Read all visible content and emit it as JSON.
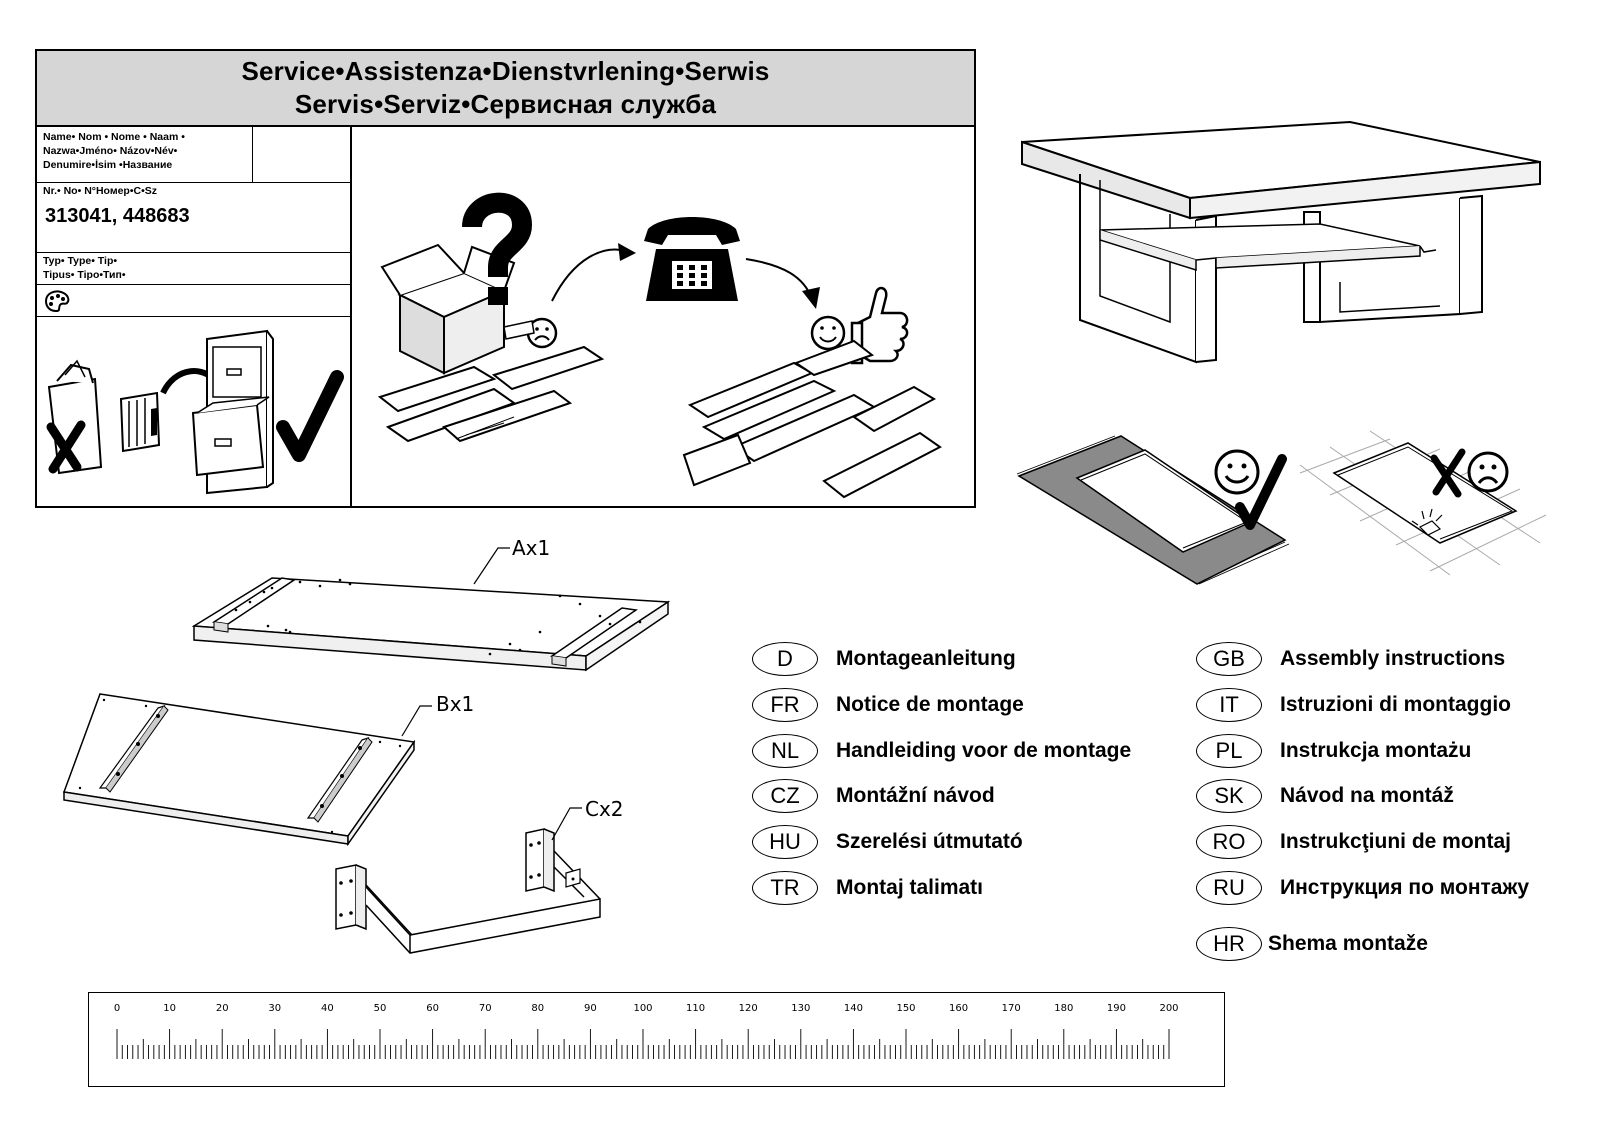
{
  "service": {
    "title_line1": "Service•Assistenza•Dienstvrlening•Serwis",
    "title_line2": "Servis•Serviz•Сервисная служба",
    "name_label_1": "Name• Nom • Nome • Naam •",
    "name_label_2": "Nazwa•Jméno• Názov•Név•",
    "name_label_3": "Denumire•İsim •Название",
    "nr_label": "Nr.• No• N°Номер•C•Sz",
    "nr_value": "313041, 448683",
    "typ_label_1": "Typ• Type• Tip•",
    "typ_label_2": "Tipus• Tipo•Тип•",
    "palette_icon": "palette-icon"
  },
  "parts": [
    {
      "id": "A",
      "label": "Ax1"
    },
    {
      "id": "B",
      "label": "Bx1"
    },
    {
      "id": "C",
      "label": "Cx2"
    }
  ],
  "languages": [
    {
      "code": "D",
      "name": "Montageanleitung"
    },
    {
      "code": "FR",
      "name": "Notice de montage"
    },
    {
      "code": "NL",
      "name": "Handleiding voor de montage"
    },
    {
      "code": "CZ",
      "name": "Montážní návod"
    },
    {
      "code": "HU",
      "name": "Szerelési útmutató"
    },
    {
      "code": "TR",
      "name": "Montaj talimatı"
    },
    {
      "code": "GB",
      "name": "Assembly instructions"
    },
    {
      "code": "IT",
      "name": "Istruzioni di montaggio"
    },
    {
      "code": "PL",
      "name": "Instrukcja montażu"
    },
    {
      "code": "SK",
      "name": "Návod na montáž"
    },
    {
      "code": "RO",
      "name": "Instrukcţiuni de montaj"
    },
    {
      "code": "RU",
      "name": "Инструкция по монтажу"
    },
    {
      "code": "HR",
      "name": "Shema montaže"
    }
  ],
  "ruler": {
    "labels": [
      "0",
      "10",
      "20",
      "30",
      "40",
      "50",
      "60",
      "70",
      "80",
      "90",
      "100",
      "110",
      "120",
      "130",
      "140",
      "150",
      "160",
      "170",
      "180",
      "190",
      "200"
    ]
  },
  "icons": {
    "question": "question-mark-icon",
    "phone": "telephone-icon",
    "sad": "sad-face-icon",
    "happy": "happy-face-icon",
    "thumbs": "thumbs-up-icon",
    "check": "check-mark-icon",
    "cross": "cross-mark-icon"
  }
}
